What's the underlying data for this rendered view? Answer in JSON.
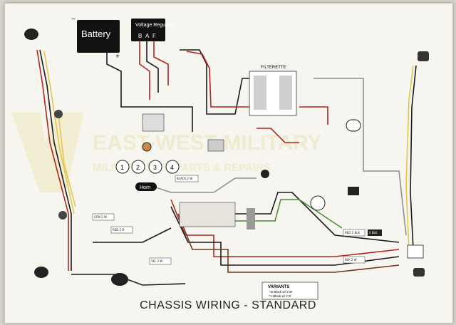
{
  "title": "CHASSIS WIRING - STANDARD",
  "components": {
    "battery": "Battery",
    "regulator": "Voltage Regulator",
    "regulator_terminals": [
      "B",
      "A",
      "F"
    ],
    "filterette": "FILTERETTE",
    "horn": "Horn",
    "gauges": [
      "1",
      "2",
      "3",
      "4"
    ],
    "variants_title": "VARIANTS",
    "variants_lines": [
      "*w Black w/ 2 W",
      "*z Black w/ 2 R"
    ]
  },
  "watermark": {
    "line1": "EAST-WEST MILITARY",
    "line2": "MILITARY JEEP PARTS & REPAIRS"
  },
  "wire_tags": [
    "BLACK 2 W",
    "RED 2 B",
    "YEL 2 W",
    "RED 2 BLK",
    "BLK 2 W",
    "GRN 2 W",
    "2 BLK"
  ],
  "colors": {
    "black": "#1a1a1a",
    "red": "#b3261e",
    "yellow": "#e3c74a",
    "green": "#4f8a3a",
    "brown": "#6b3a22",
    "grey": "#8f8f8f"
  }
}
